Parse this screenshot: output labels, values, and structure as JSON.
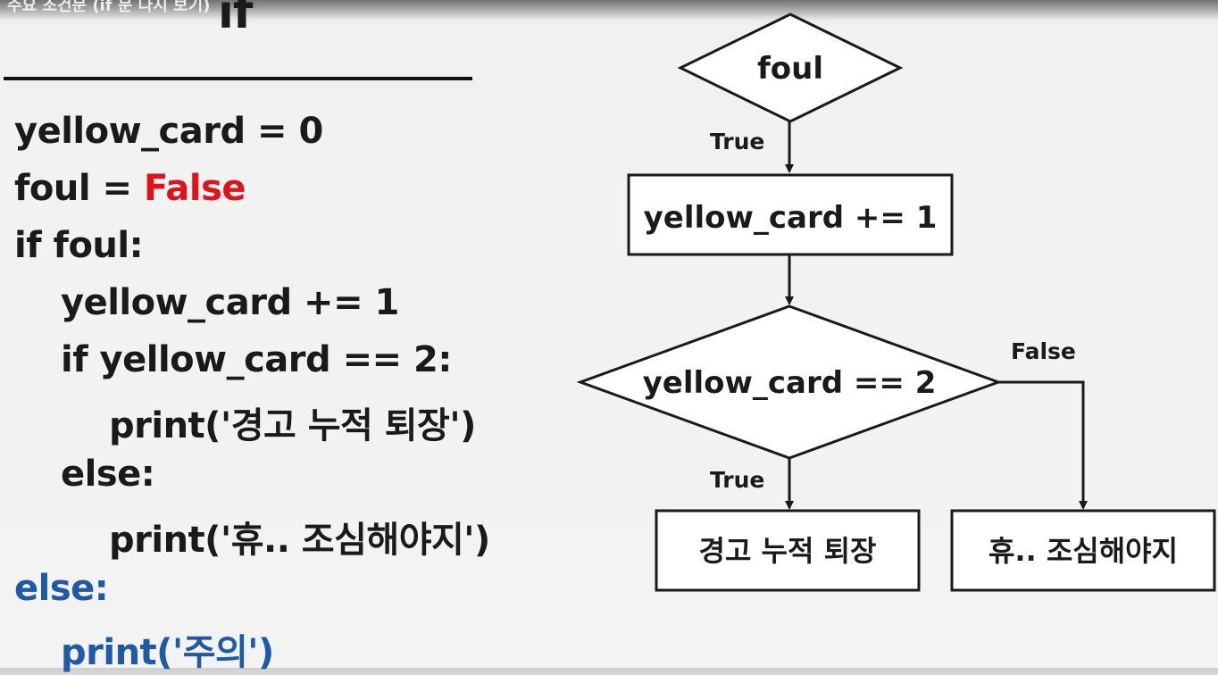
{
  "header": {
    "top_caption": "주요 조건문 (if 문 다시 보기)",
    "heading": "if"
  },
  "code": {
    "lines": [
      "yellow_card = 0",
      "foul = ",
      "if foul:",
      "yellow_card += 1",
      "if yellow_card == 2:",
      "print('경고 누적 퇴장')",
      "else:",
      "print('휴.. 조심해야지')",
      "else:",
      "print('주의')"
    ],
    "false_keyword": "False"
  },
  "flowchart": {
    "start_condition": "foul",
    "start_true_label": "True",
    "increment_box": "yellow_card += 1",
    "check_condition": "yellow_card == 2",
    "check_true_label": "True",
    "check_false_label": "False",
    "true_result_box": "경고 누적 퇴장",
    "false_result_box": "휴.. 조심해야지"
  },
  "colors": {
    "false_keyword": "#e0131b",
    "else_keyword": "#1f5aa8",
    "ink": "#1a1a1a"
  }
}
